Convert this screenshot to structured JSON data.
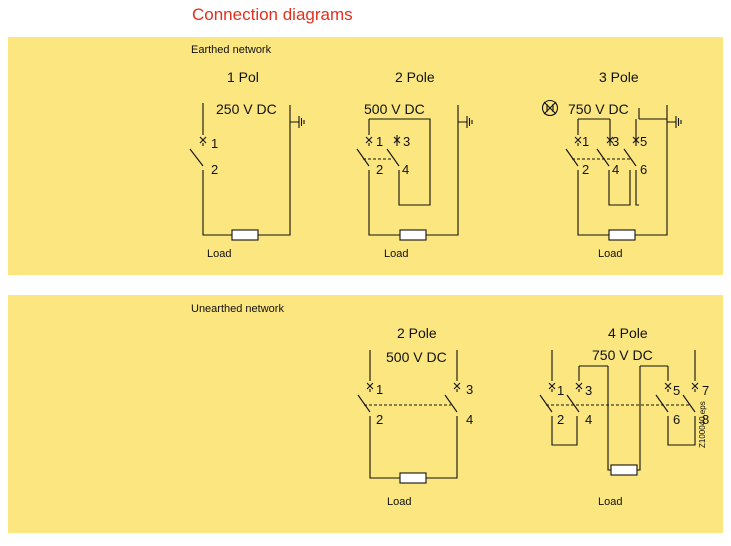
{
  "page_title": "Connection diagrams",
  "earthed": {
    "label": "Earthed network",
    "one_pole": {
      "header": "1 Pol",
      "voltage": "250 V DC",
      "terminals": [
        "1",
        "2"
      ],
      "load": "Load"
    },
    "two_pole": {
      "header": "2 Pole",
      "voltage": "500 V DC",
      "terminals": [
        "1",
        "3",
        "2",
        "4"
      ],
      "load": "Load"
    },
    "three_pole": {
      "header": "3 Pole",
      "voltage": "750 V DC",
      "terminals": [
        "1",
        "3",
        "5",
        "2",
        "4",
        "6"
      ],
      "load": "Load"
    }
  },
  "unearthed": {
    "label": "Unearthed network",
    "two_pole": {
      "header": "2 Pole",
      "voltage": "500 V DC",
      "terminals": [
        "1",
        "3",
        "2",
        "4"
      ],
      "load": "Load"
    },
    "four_pole": {
      "header": "4 Pole",
      "voltage": "750 V DC",
      "terminals": [
        "1",
        "3",
        "5",
        "7",
        "2",
        "4",
        "6",
        "8"
      ],
      "load": "Load"
    }
  },
  "file_ref": "Z100040.eps",
  "colors": {
    "panel": "#fbe67f",
    "title": "#e0301e",
    "line": "#111111"
  }
}
